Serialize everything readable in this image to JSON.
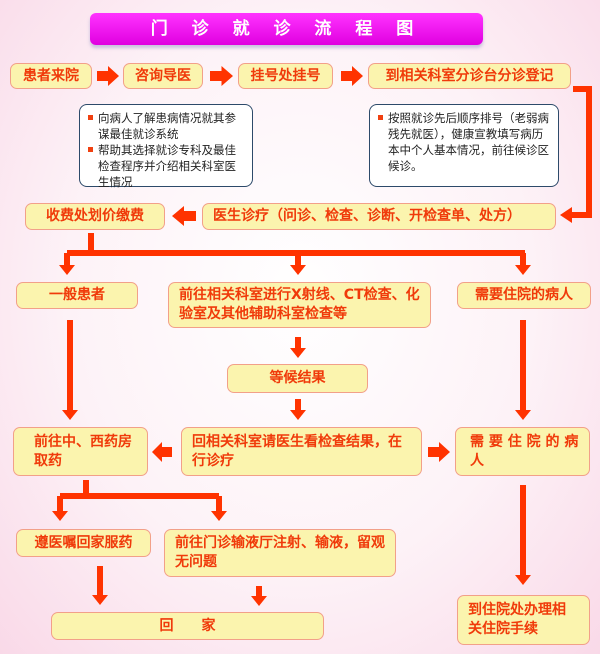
{
  "title": "门 诊 就 诊 流 程 图",
  "steps": {
    "arrive": "患者来院",
    "consult": "咨询导医",
    "register": "挂号处挂号",
    "triage": "到相关科室分诊台分诊登记",
    "diagnosis": "医生诊疗（问诊、检查、诊断、开检查单、处方）",
    "payment": "收费处划价缴费",
    "general_patient": "一般患者",
    "examination": "前往相关科室进行X射线、CT检查、化验室及其他辅助科室检查等",
    "inpatient_1": "需要住院的病人",
    "wait_results": "等候结果",
    "pharmacy": "前往中、西药房取药",
    "review_results": "回相关科室请医生看检查结果，在行诊疗",
    "inpatient_2": "需 要 住 院 的 病 人",
    "home_medication": "遵医嘱回家服药",
    "infusion": "前往门诊输液厅注射、输液，留观无问题",
    "go_home": "回　　家",
    "admission": "到住院处办理相关住院手续"
  },
  "notes": {
    "consult": [
      "向病人了解患病情况就其参谋最佳就诊系统",
      "帮助其选择就诊专科及最佳检查程序并介绍相关科室医生情况"
    ],
    "triage": [
      "按照就诊先后顺序排号（老弱病残先就医），健康宣教填写病历本中个人基本情况，前往候诊区候诊。"
    ]
  },
  "colors": {
    "arrow": "#ff3300",
    "title_bg": "#ff00ff",
    "box_bg": "#fbf4ae",
    "box_text": "#f03a0a"
  }
}
